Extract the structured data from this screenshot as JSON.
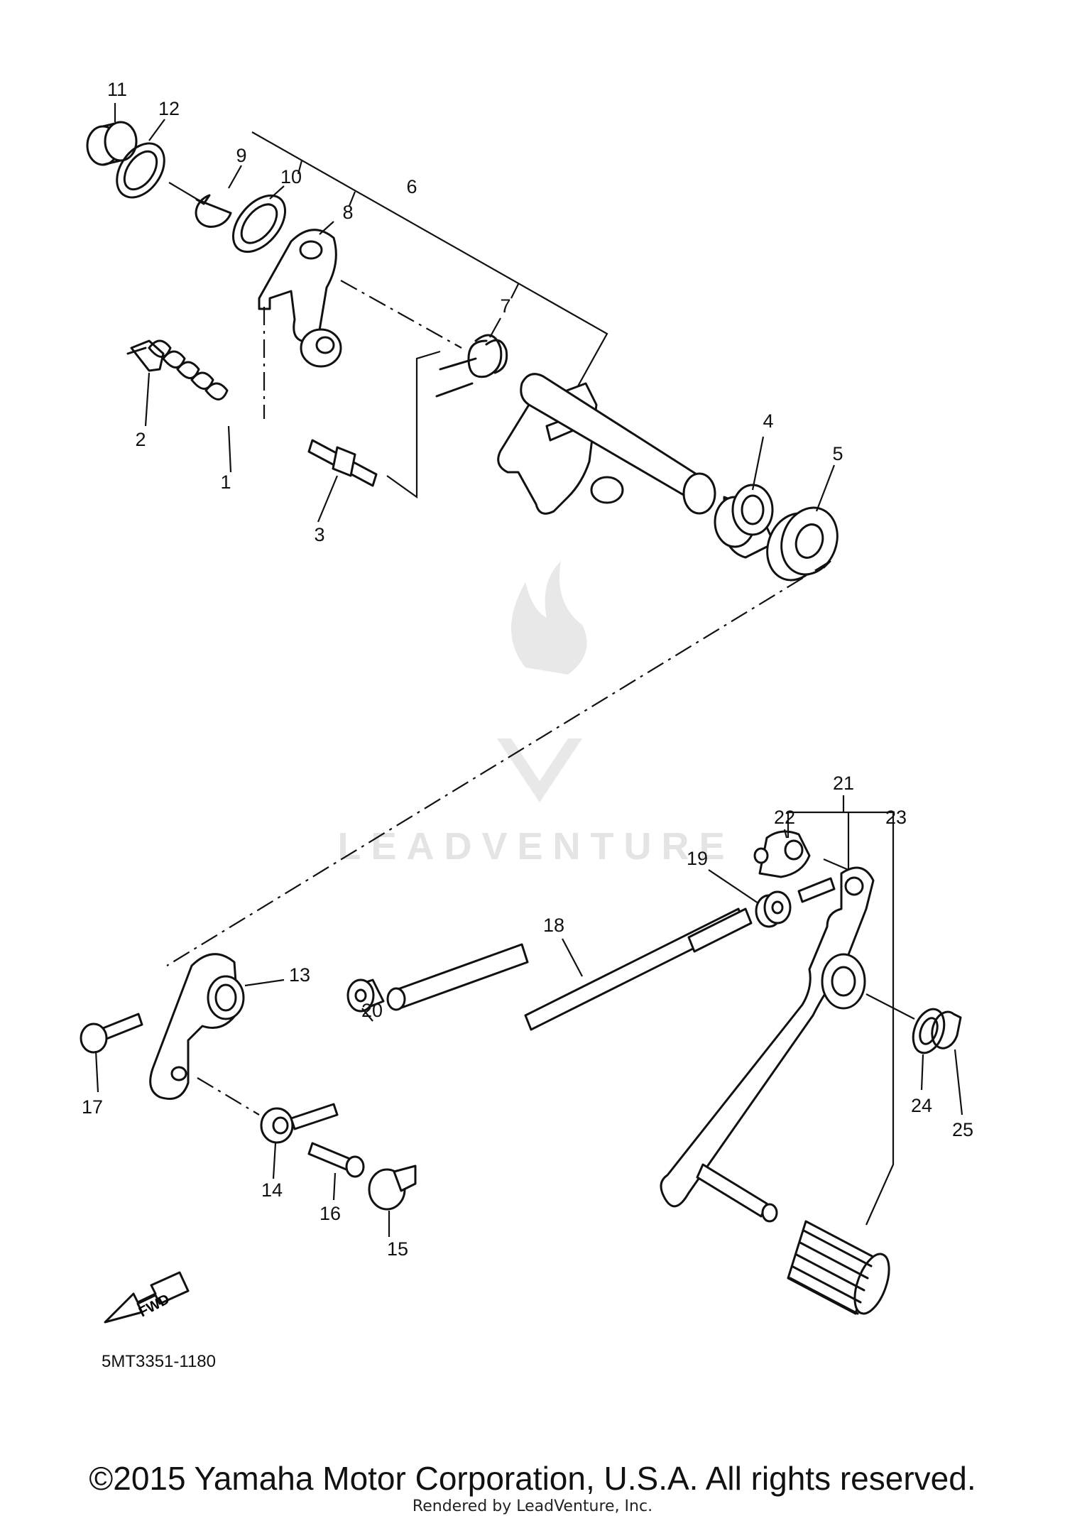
{
  "callouts": [
    "1",
    "2",
    "3",
    "4",
    "5",
    "6",
    "7",
    "8",
    "9",
    "10",
    "11",
    "12",
    "13",
    "14",
    "15",
    "16",
    "17",
    "18",
    "19",
    "20",
    "21",
    "22",
    "23",
    "24",
    "25"
  ],
  "diagram_code": "5MT3351-1180",
  "fwd_label": "FWD",
  "watermark": "LEADVENTURE",
  "copyright": "©2015 Yamaha Motor Corporation, U.S.A. All rights reserved.",
  "rendered_by": "Rendered by LeadVenture, Inc."
}
